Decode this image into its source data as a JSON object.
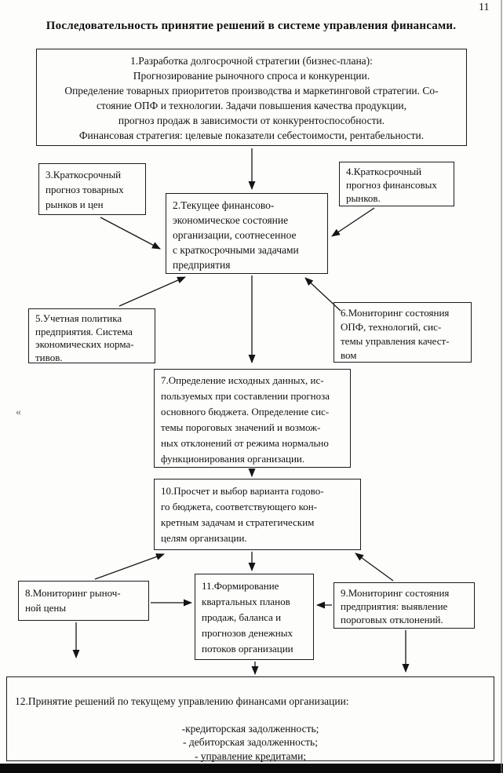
{
  "page_number": "11",
  "title": "Последовательность принятие решений в системе управления финансами.",
  "colors": {
    "ink": "#111111",
    "paper": "#fdfdfc"
  },
  "boxes": {
    "b1": "1.Разработка долгосрочной стратегии (бизнес-плана):\nПрогнозирование рыночного спроса и конкуренции.\nОпределение товарных приоритетов производства и маркетинговой стратегии. Со-\nстояние ОПФ и технологии. Задачи повышения качества продукции,\nпрогноз продаж в зависимости от конкурентоспособности.\nФинансовая стратегия: целевые показатели себестоимости,  рентабельности.",
    "b2": "2.Текущее финансово-\nэкономическое состояние\nорганизации, соотнесенное\nс краткосрочными задачами\nпредприятия",
    "b3": "3.Краткосрочный\nпрогноз товарных\nрынков и цен",
    "b4": "4.Краткосрочный\nпрогноз финансовых\nрынков.",
    "b5": "5.Учетная политика\nпредприятия. Система\nэкономических норма-\nтивов.",
    "b6": "6.Мониторинг состояния\nОПФ, технологий, сис-\nтемы управления качест-\nвом",
    "b7": "7.Определение исходных данных, ис-\nпользуемых при составлении прогноза\nосновного бюджета. Определение сис-\nтемы пороговых значений и возмож-\nных отклонений от режима нормально\nфункционирования организации.",
    "b8": "8.Мониторинг рыноч-\nной цены",
    "b9": "9.Мониторинг состояния\nпредприятия: выявление\nпороговых отклонений.",
    "b10": "10.Просчет и выбор варианта годово-\nго бюджета, соответствующего кон-\nкретным задачам и стратегическим\nцелям организации.",
    "b11": "11.Формирование\nквартальных планов\nпродаж, баланса и\nпрогнозов денежных\nпотоков организации",
    "b12_heading": "12.Принятие решений по текущему управлению финансами организации:",
    "b12_items": "-кредиторская задолженность;\n- дебиторская задолженность;\n- управление кредитами;\n-управление валютными ресурсами;\n-контроль за использованием прибыли.",
    "artifact": "«"
  }
}
